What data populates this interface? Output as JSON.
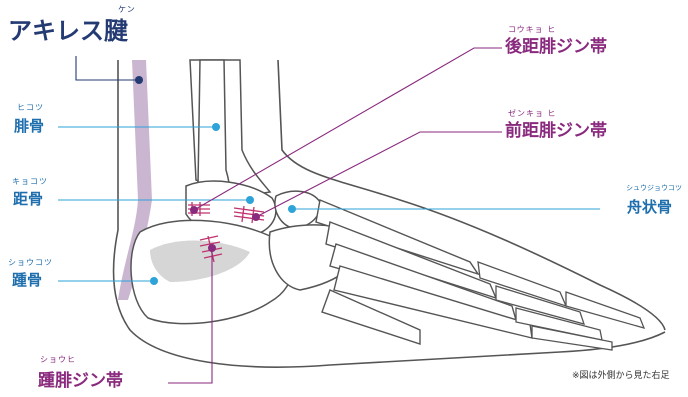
{
  "colors": {
    "navy": "#233a73",
    "blue": "#1f6fae",
    "blue_line": "#2ea3d8",
    "purple": "#8a2a7e",
    "ligament": "#c0336e",
    "tendon": "#cbb6d2",
    "bone_fill": "#ffffff",
    "bone_shade": "#d6d6d6",
    "outline": "#555555"
  },
  "labels": {
    "achilles": {
      "ruby": "ケン",
      "text": "アキレス腱"
    },
    "fibula": {
      "ruby": "ヒコツ",
      "text": "腓骨"
    },
    "talus": {
      "ruby": "キョコツ",
      "text": "距骨"
    },
    "calcaneus": {
      "ruby": "ショウコツ",
      "text": "踵骨"
    },
    "calcaneofibular": {
      "ruby": "ショウヒ",
      "text": "踵腓ジン帯"
    },
    "posterior_talofibular": {
      "ruby": "コウキョ ヒ",
      "text": "後距腓ジン帯"
    },
    "anterior_talofibular": {
      "ruby": "ゼンキョ ヒ",
      "text": "前距腓ジン帯"
    },
    "navicular": {
      "ruby": "シュウジョウコツ",
      "text": "舟状骨"
    }
  },
  "note": "※図は外側から見た右足"
}
